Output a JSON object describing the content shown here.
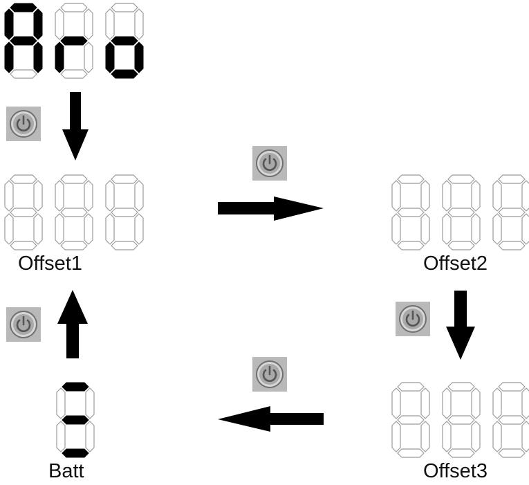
{
  "colors": {
    "segment_on": "#000000",
    "segment_off_stroke": "#9a9a9a",
    "segment_off_fill": "#ffffff",
    "button_bg": "#b9b9b9",
    "button_ring": "#6f6f6f",
    "arrow": "#000000"
  },
  "displays": {
    "pro": {
      "segments_on": [
        [
          "a",
          "b",
          "c",
          "e",
          "f",
          "g"
        ],
        [
          "e",
          "g"
        ],
        [
          "c",
          "d",
          "e",
          "g"
        ]
      ]
    },
    "offset1": {
      "label": "Offset1",
      "segments_on": [
        [],
        [],
        []
      ]
    },
    "offset2": {
      "label": "Offset2",
      "segments_on": [
        [],
        [],
        []
      ]
    },
    "offset3": {
      "label": "Offset3",
      "segments_on": [
        [],
        [],
        []
      ]
    },
    "batt": {
      "label": "Batt",
      "segments_on": [
        [
          "a",
          "d",
          "g"
        ]
      ]
    }
  },
  "buttons": [
    {
      "name": "power-button-pro-to-offset1",
      "icon": "power-icon"
    },
    {
      "name": "power-button-offset1-to-offset2",
      "icon": "power-icon"
    },
    {
      "name": "power-button-offset2-to-offset3",
      "icon": "power-icon"
    },
    {
      "name": "power-button-offset3-to-batt",
      "icon": "power-icon"
    },
    {
      "name": "power-button-batt-to-offset1",
      "icon": "power-icon"
    }
  ]
}
